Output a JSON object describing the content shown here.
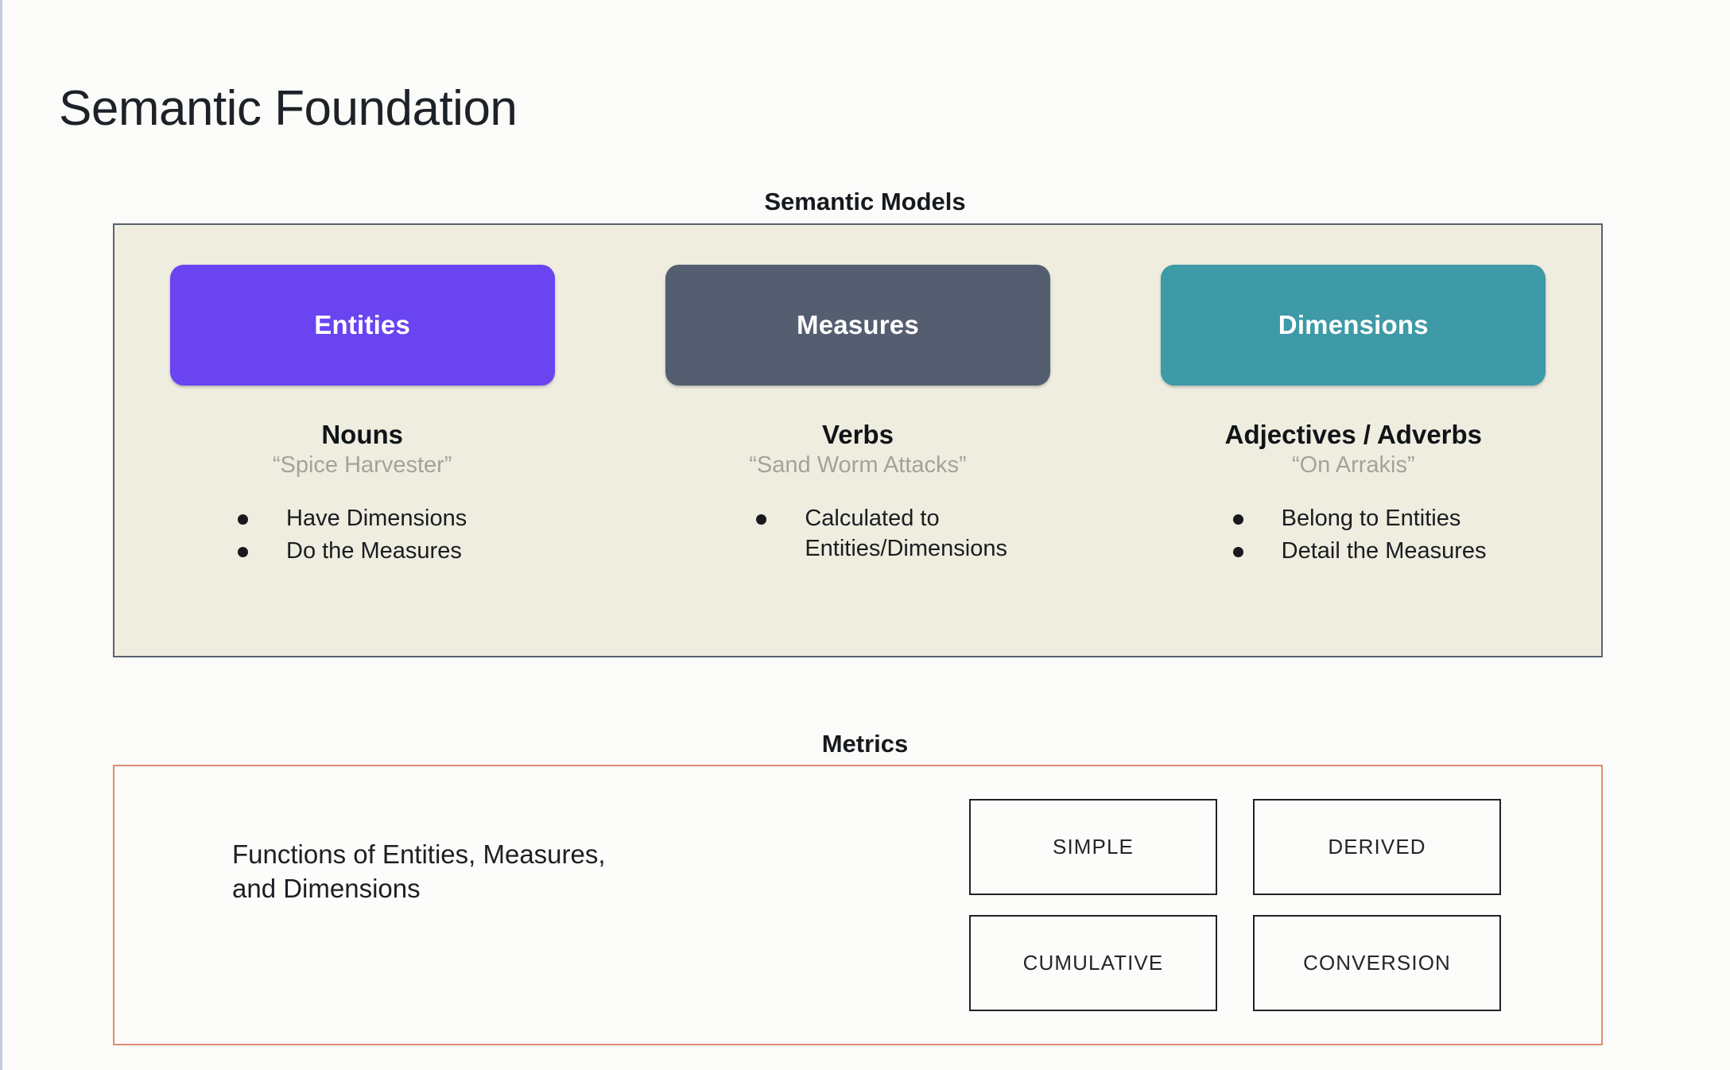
{
  "page": {
    "title": "Semantic Foundation",
    "background_color": "#fbfbf9"
  },
  "semantic_models": {
    "caption": "Semantic Models",
    "panel_background": "#efeddf",
    "panel_border_color": "#596271",
    "columns": [
      {
        "pill_label": "Entities",
        "pill_color": "#6944f0",
        "part_of_speech": "Nouns",
        "example": "“Spice Harvester”",
        "bullets": [
          "Have Dimensions",
          "Do the Measures"
        ]
      },
      {
        "pill_label": "Measures",
        "pill_color": "#545e70",
        "part_of_speech": "Verbs",
        "example": "“Sand Worm Attacks”",
        "bullets": [
          "Calculated to\nEntities/Dimensions"
        ]
      },
      {
        "pill_label": "Dimensions",
        "pill_color": "#3d9aa6",
        "part_of_speech": "Adjectives / Adverbs",
        "example": "“On Arrakis”",
        "bullets": [
          "Belong to Entities",
          "Detail the Measures"
        ]
      }
    ]
  },
  "metrics": {
    "caption": "Metrics",
    "panel_border_color": "#e08b6f",
    "description": "Functions of Entities, Measures,\nand Dimensions",
    "types": [
      "SIMPLE",
      "DERIVED",
      "CUMULATIVE",
      "CONVERSION"
    ]
  }
}
